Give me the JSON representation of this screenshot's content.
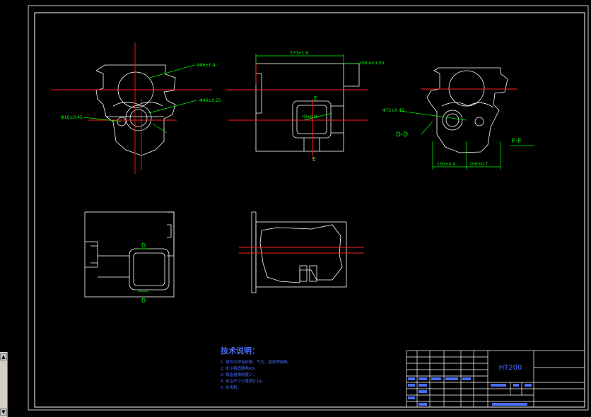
{
  "drawing": {
    "material": "HT200",
    "title_block": {
      "org_line": "",
      "part_name": ""
    },
    "section_labels": {
      "e_top": "E",
      "e_bottom": "E",
      "d_top": "D",
      "d_bottom": "D",
      "d_d": "D-D",
      "f_f": "F-F"
    },
    "dimensions": {
      "d1": "Φ86±0.4",
      "d2": "Φ46±0.25",
      "d3": "Φ16±0.45",
      "width_top": "370±1.6",
      "right_top": "206.4±1.55",
      "inner": "R7±0.05",
      "dd_note": "Φ72±0.45",
      "bottom_left": "100±0.4",
      "bottom_right": "100±0.7"
    },
    "tech_notes": {
      "heading": "技术说明：",
      "lines": [
        "1. 铸件不得有砂眼、气孔、裂纹等缺陷。",
        "2. 未注铸造圆角R3。",
        "3. 铸造拔模斜度1°。",
        "4. 未注尺寸公差按IT14。",
        "5. 去毛刺。"
      ]
    }
  },
  "colors": {
    "outline": "#ffffff",
    "center_line": "#ff2020",
    "dimension": "#00ff00",
    "notes": "#4a6cff",
    "frame": "#ffffff"
  }
}
